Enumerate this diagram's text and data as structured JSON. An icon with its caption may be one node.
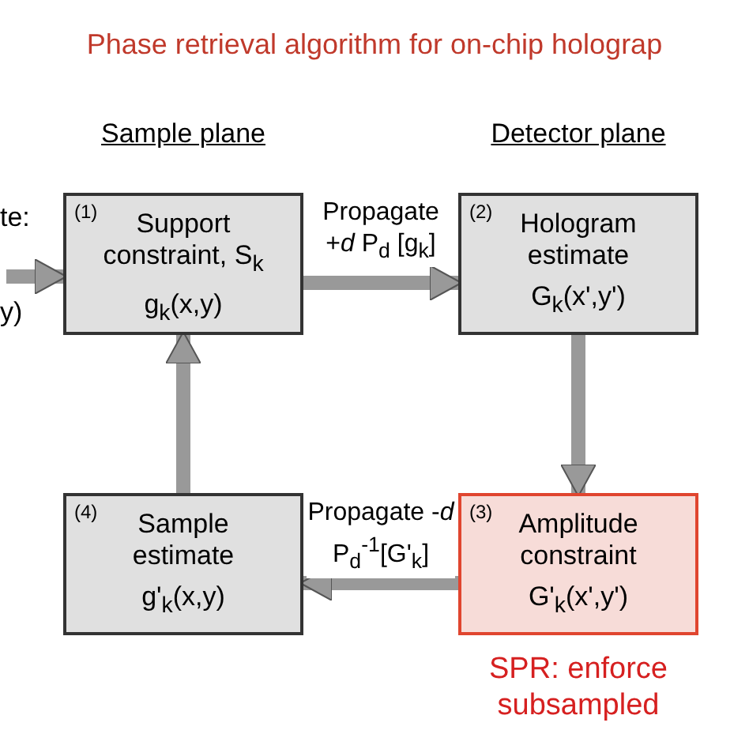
{
  "diagram": {
    "title": "Phase retrieval algorithm for on-chip holograp",
    "nodes": [
      {
        "text": [
          "(1)",
          "Support constraint, S$_{k}$",
          "g$_{k}$(x,y)"
        ]
      },
      {
        "text": [
          "(2)",
          "Hologram estimate",
          "G$_{k}$(x',y')"
        ]
      },
      {
        "text": [
          "(3)",
          "Amplitude constraint",
          "G'$_{k}$(x',y')"
        ],
        "beside": [
          "SPR: enforce subsampled"
        ]
      },
      {
        "text": [
          "(4)",
          "Sample estimate",
          "g'$_{k}$(x,y)"
        ]
      }
    ],
    "edges": [
      {
        "from": null,
        "to": 0,
        "arrow": "to"
      },
      {
        "from": 0,
        "to": 1,
        "arrow": "to",
        "label": "Propagate +*d* P$_{d}$ [g$_{k}$]"
      },
      {
        "from": 1,
        "to": 2,
        "arrow": "to"
      },
      {
        "from": 2,
        "to": 3,
        "arrow": "to",
        "label": "Propagate -*d* P$_{d}$$^{-1}$[G'$_{k}$]"
      },
      {
        "from": 3,
        "to": 0,
        "arrow": "to"
      }
    ],
    "labels": [
      "Sample plane",
      "Detector plane",
      "te:",
      "y)"
    ]
  }
}
